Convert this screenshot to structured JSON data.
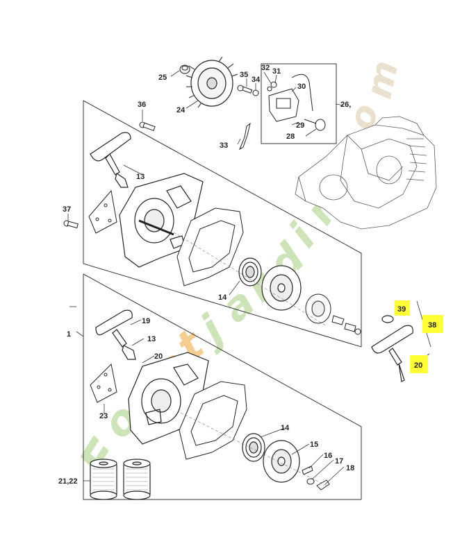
{
  "diagram": {
    "labels": {
      "l1": "1",
      "l13a": "13",
      "l13b": "13",
      "l14a": "14",
      "l14b": "14",
      "l15": "15",
      "l16": "16",
      "l17": "17",
      "l18": "18",
      "l19": "19",
      "l20": "20",
      "l20b": "20",
      "l2122": "21,22",
      "l23": "23",
      "l24": "24",
      "l25": "25",
      "l26": "26,",
      "l28": "28",
      "l29": "29",
      "l30": "30",
      "l31": "31",
      "l32": "32",
      "l33": "33",
      "l34": "34",
      "l35": "35",
      "l36": "36",
      "l37": "37",
      "l38": "38",
      "l39": "39"
    },
    "highlight_color": "#ffff33",
    "watermark": {
      "text": "Foretjardin.com",
      "color_green": "#b8d88a",
      "color_orange": "#f3b35a",
      "color_tan": "#d9c9a8"
    }
  }
}
